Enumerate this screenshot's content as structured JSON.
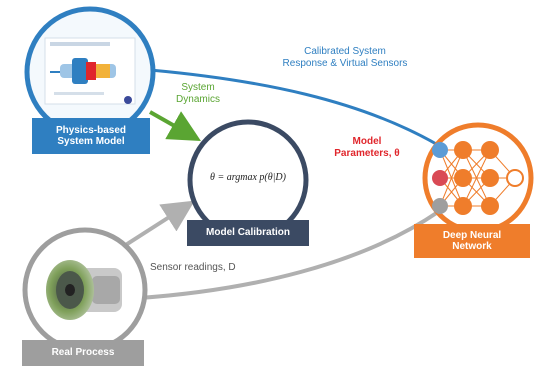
{
  "nodes": {
    "physics": {
      "label_line1": "Physics-based",
      "label_line2": "System Model",
      "color": "#2f7fc1"
    },
    "calibration": {
      "label": "Model Calibration",
      "equation": "θ = argmax p(θ|D)",
      "color": "#3b4a63"
    },
    "dnn": {
      "label_line1": "Deep Neural",
      "label_line2": "Network",
      "color": "#ef7d2b"
    },
    "process": {
      "label": "Real Process",
      "color": "#9e9e9e"
    }
  },
  "edges": {
    "system_dynamics": {
      "line1": "System",
      "line2": "Dynamics",
      "color": "#5aa532"
    },
    "calibrated": {
      "line1": "Calibrated System",
      "line2": "Response & Virtual Sensors",
      "color": "#2f7fc1"
    },
    "parameters": {
      "line1": "Model",
      "line2": "Parameters, θ",
      "color": "#e0262c"
    },
    "sensor": {
      "text": "Sensor readings, D",
      "color": "#555555"
    }
  }
}
